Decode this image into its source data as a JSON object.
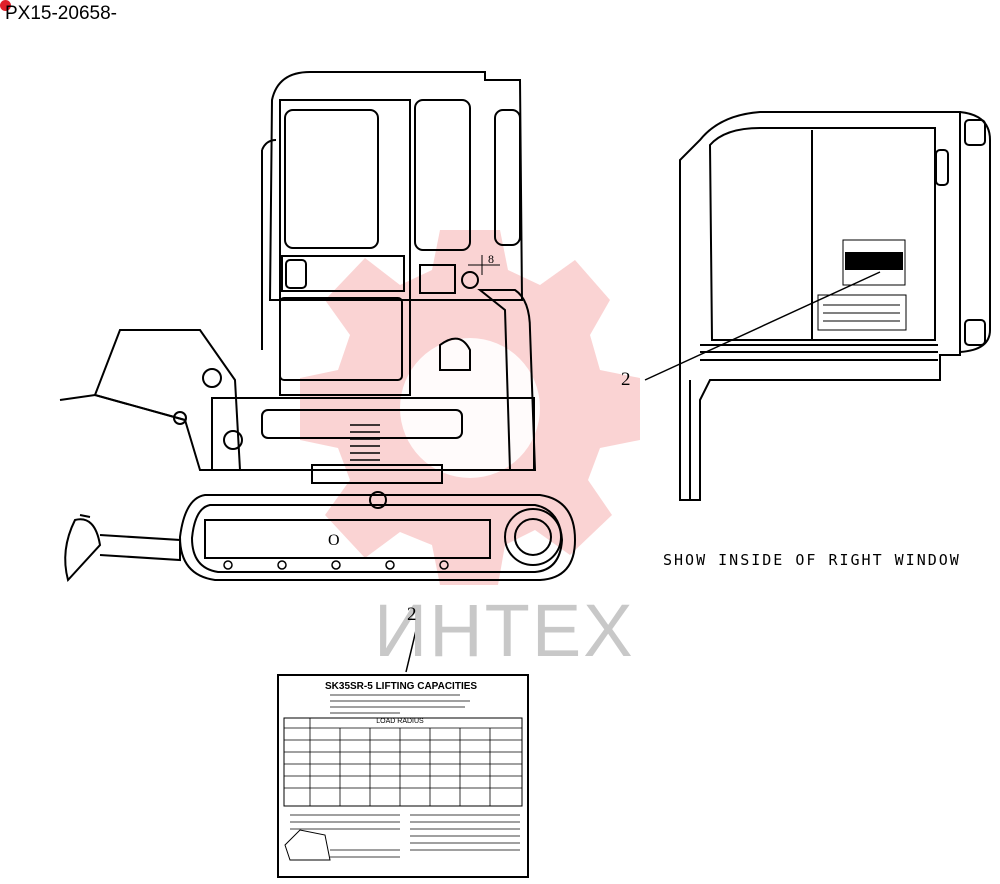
{
  "header": {
    "code": "PX15-20658-"
  },
  "callouts": {
    "right_window": "2",
    "decal": "2",
    "measure": "8"
  },
  "caption": {
    "text": "SHOW INSIDE OF RIGHT WINDOW"
  },
  "decal": {
    "title": "SK35SR-5 LIFTING CAPACITIES",
    "load_radius": "LOAD RADIUS"
  },
  "watermark": {
    "text": "ИНТЕХ",
    "color": "#f4a8a8"
  },
  "colors": {
    "line": "#000000",
    "accent": "#e0202a"
  }
}
